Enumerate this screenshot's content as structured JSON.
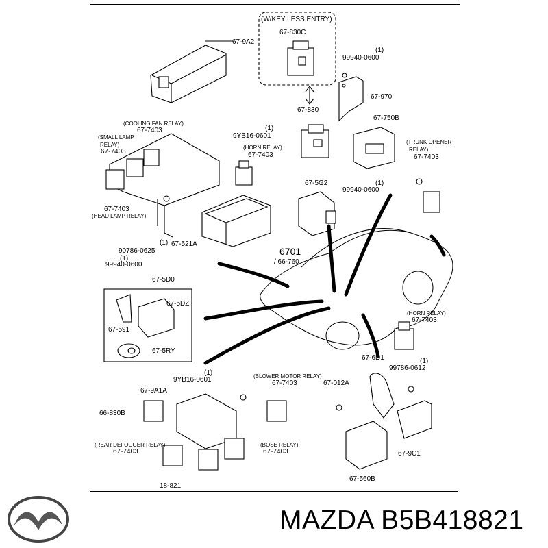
{
  "diagram": {
    "part_labels": {
      "key_less_entry_group": "(W/KEY LESS ENTRY)",
      "p_67_830C": "67-830C",
      "p_67_9A2": "67-9A2",
      "p_99940_0600_a_count": "(1)",
      "p_99940_0600_a": "99940-0600",
      "p_67_970": "67-970",
      "p_67_830": "67-830",
      "p_67_750B": "67-750B",
      "cooling_fan_relay": "(COOLING FAN RELAY)",
      "p_67_7403_a": "67-7403",
      "small_lamp_relay_1": "(SMALL LAMP",
      "small_lamp_relay_2": "RELAY)",
      "p_67_7403_b": "67-7403",
      "p_9YB16_0601_a_count": "(1)",
      "p_9YB16_0601_a": "9YB16-0601",
      "horn_relay_a": "(HORN RELAY)",
      "p_67_7403_c": "67-7403",
      "trunk_opener_1": "(TRUNK OPENER",
      "trunk_opener_2": "RELAY)",
      "p_67_7403_d": "67-7403",
      "p_67_5G2": "67-5G2",
      "p_99940_0600_b_count": "(1)",
      "p_99940_0600_b": "99940-0600",
      "p_67_7403_e": "67-7403",
      "head_lamp_relay": "(HEAD LAMP RELAY)",
      "p_90786_0625_count": "(1)",
      "p_90786_0625": "90786-0625",
      "p_67_521A": "67-521A",
      "p_6701": "6701",
      "p_66_760": "/ 66-760",
      "p_99940_0600_c_count": "(1)",
      "p_99940_0600_c": "99940-0600",
      "p_67_5D0": "67-5D0",
      "p_67_5DZ": "67-5DZ",
      "p_67_591": "67-591",
      "p_67_5RY": "67-5RY",
      "horn_relay_b": "(HORN RELAY)",
      "p_67_7403_f": "67-7403",
      "p_67_6D1": "67-6D1",
      "p_99786_0612_count": "(1)",
      "p_99786_0612": "99786-0612",
      "p_9YB16_0601_b_count": "(1)",
      "p_9YB16_0601_b": "9YB16-0601",
      "blower_motor_relay": "(BLOWER MOTOR RELAY)",
      "p_67_7403_g": "67-7403",
      "p_67_012A": "67-012A",
      "p_67_9A1A": "67-9A1A",
      "p_66_830B": "66-830B",
      "rear_defogger_relay": "(REAR DEFOGGER RELAY)",
      "p_67_7403_h": "67-7403",
      "bose_relay": "(BOSE RELAY)",
      "p_67_7403_i": "67-7403",
      "p_67_9C1": "67-9C1",
      "p_67_560B": "67-560B",
      "p_18_821": "18-821"
    }
  },
  "footer": {
    "brand_text": "MAZDA B5B418821",
    "logo_icon": "mazda-logo-icon"
  }
}
